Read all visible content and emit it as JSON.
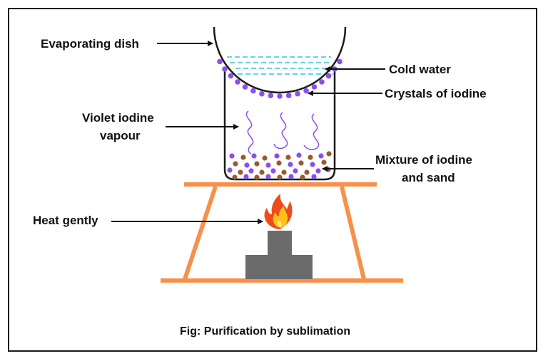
{
  "labels": {
    "evaporating_dish": "Evaporating dish",
    "cold_water": "Cold water",
    "crystals_of_iodine": "Crystals of iodine",
    "violet_iodine_vapour_line1": "Violet iodine",
    "violet_iodine_vapour_line2": "vapour",
    "mixture_line1": "Mixture of iodine",
    "mixture_line2": "and sand",
    "heat_gently": "Heat gently"
  },
  "caption": "Fig: Purification by sublimation",
  "colors": {
    "outline": "#1a1a1a",
    "water": "#3cc4d6",
    "iodine": "#8a4ff0",
    "sand": "#9a5a30",
    "stand": "#f7914a",
    "burner": "#6b6b6b",
    "flame_outer": "#f04a1a",
    "flame_inner": "#ffc21a"
  },
  "icons": {
    "flame": "flame-icon"
  }
}
